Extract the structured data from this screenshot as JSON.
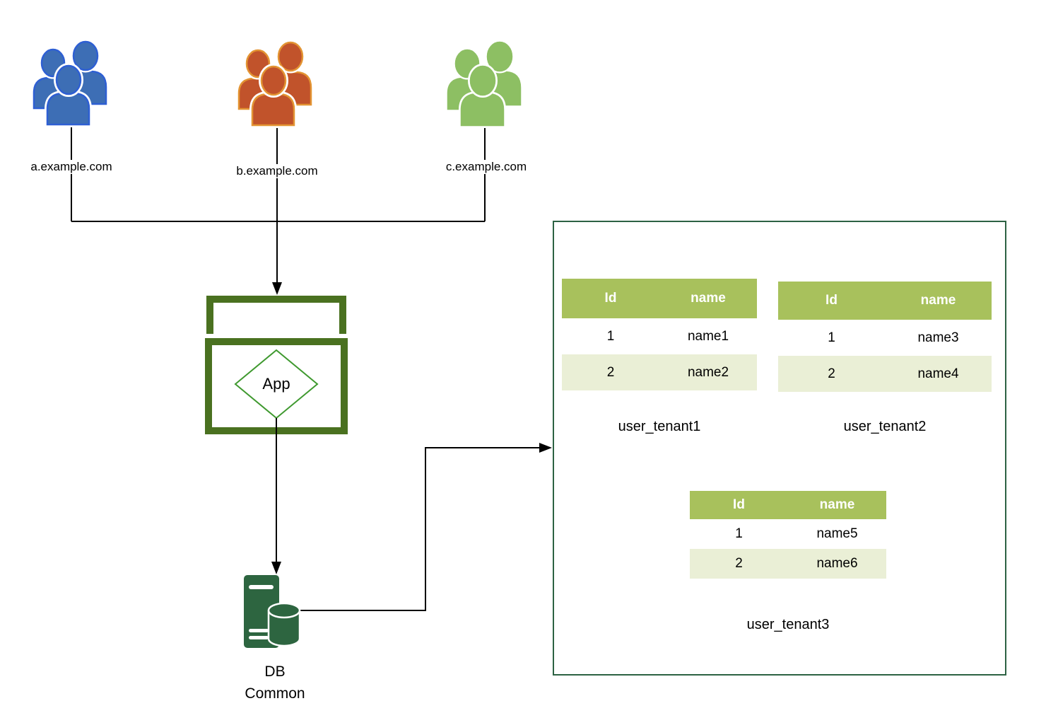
{
  "colors": {
    "connector": "#000000",
    "client_a_fill": "#3D6EB5",
    "client_a_stroke": "#2E5FD3",
    "client_b_fill": "#C1532B",
    "client_b_stroke": "#E39433",
    "client_c_fill": "#8DBF63",
    "client_c_stroke": "#8DBF63",
    "app_border": "#4A7120",
    "app_diamond_stroke": "#3F992F",
    "db_fill": "#2D6540",
    "tenant_box_border": "#2D6243",
    "table_header_bg": "#A8C15C",
    "table_header_text": "#FFFFFF",
    "table_row_alt_bg": "#EAEFD6"
  },
  "clients": [
    {
      "label": "a.example.com"
    },
    {
      "label": "b.example.com"
    },
    {
      "label": "c.example.com"
    }
  ],
  "app": {
    "label": "App"
  },
  "db": {
    "label_line1": "DB",
    "label_line2": "Common"
  },
  "tables": [
    {
      "name": "user_tenant1",
      "headers": [
        "Id",
        "name"
      ],
      "rows": [
        [
          "1",
          "name1"
        ],
        [
          "2",
          "name2"
        ]
      ]
    },
    {
      "name": "user_tenant2",
      "headers": [
        "Id",
        "name"
      ],
      "rows": [
        [
          "1",
          "name3"
        ],
        [
          "2",
          "name4"
        ]
      ]
    },
    {
      "name": "user_tenant3",
      "headers": [
        "Id",
        "name"
      ],
      "rows": [
        [
          "1",
          "name5"
        ],
        [
          "2",
          "name6"
        ]
      ]
    }
  ]
}
